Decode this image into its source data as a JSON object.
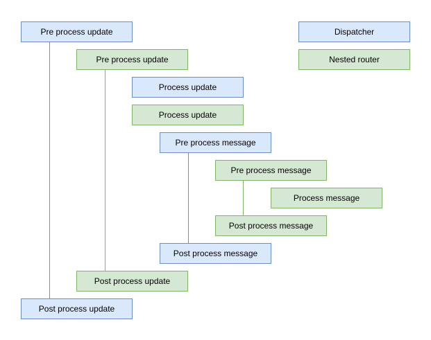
{
  "diagram": {
    "palette": {
      "background": "#ffffff",
      "text": "#000000",
      "blue_fill": "#dae8fc",
      "blue_stroke": "#6c8ebf",
      "green_fill": "#d5e8d4",
      "green_stroke": "#82b366"
    },
    "nodes": [
      {
        "label": "Pre process update",
        "variant": "blue"
      },
      {
        "label": "Dispatcher",
        "variant": "blue"
      },
      {
        "label": "Pre process update",
        "variant": "green"
      },
      {
        "label": "Nested router",
        "variant": "green"
      },
      {
        "label": "Process update",
        "variant": "blue"
      },
      {
        "label": "Process update",
        "variant": "green"
      },
      {
        "label": "Pre process message",
        "variant": "blue"
      },
      {
        "label": "Pre process message",
        "variant": "green"
      },
      {
        "label": "Process message",
        "variant": "green"
      },
      {
        "label": "Post process message",
        "variant": "green"
      },
      {
        "label": "Post process message",
        "variant": "blue"
      },
      {
        "label": "Post process update",
        "variant": "green"
      },
      {
        "label": "Post process update",
        "variant": "blue"
      }
    ]
  }
}
